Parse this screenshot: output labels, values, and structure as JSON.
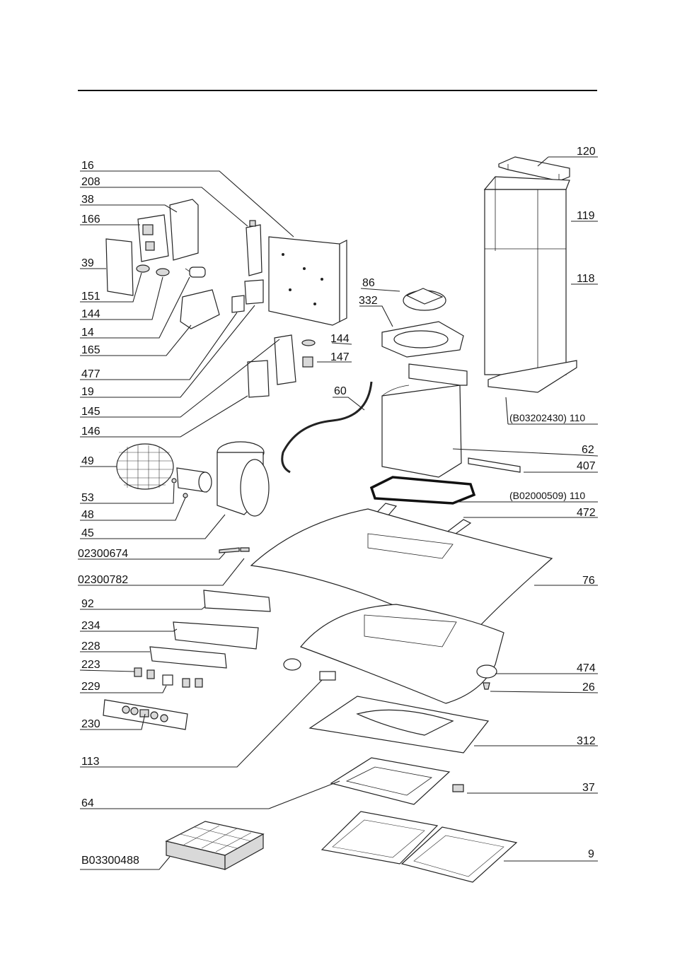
{
  "callouts": {
    "c120": "120",
    "c16": "16",
    "c208": "208",
    "c38": "38",
    "c166": "166",
    "c119": "119",
    "c39": "39",
    "c118": "118",
    "c86": "86",
    "c151": "151",
    "c332": "332",
    "c144a": "144",
    "c14": "14",
    "c165": "165",
    "c144b": "144",
    "c477": "477",
    "c147": "147",
    "c19": "19",
    "c60": "60",
    "c145": "145",
    "c110a": "(B03202430) 110",
    "c146": "146",
    "c62": "62",
    "c49": "49",
    "c407": "407",
    "c53": "53",
    "c110b": "(B02000509) 110",
    "c48": "48",
    "c472": "472",
    "c45": "45",
    "c02300674": "02300674",
    "c02300782": "02300782",
    "c76": "76",
    "c92": "92",
    "c234": "234",
    "c228": "228",
    "c223": "223",
    "c474": "474",
    "c229": "229",
    "c26": "26",
    "c230": "230",
    "c312": "312",
    "c113": "113",
    "c37": "37",
    "c64": "64",
    "cB03300488": "B03300488",
    "c9": "9"
  }
}
